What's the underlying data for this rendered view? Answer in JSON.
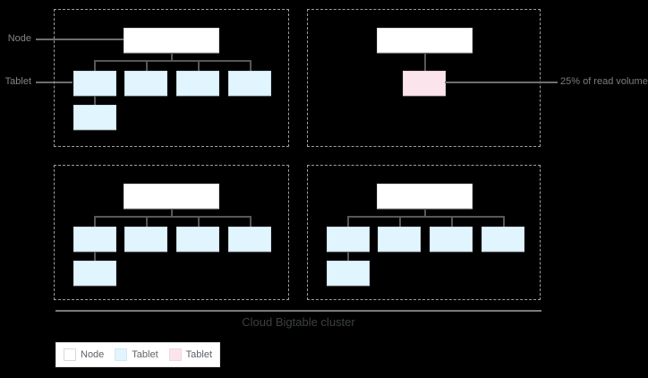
{
  "diagram": {
    "title_caption": "Cloud Bigtable cluster",
    "annotations": {
      "node_label": "Node",
      "tablet_label": "Tablet",
      "read_volume_callout": "25% of read volume"
    },
    "colors": {
      "background": "#000000",
      "node_fill": "#ffffff",
      "tablet_fill": "#e1f5fe",
      "hot_tablet_fill": "#fce4ec",
      "boundary_dash": "#9e9e9e",
      "connector": "#575757",
      "cluster_line": "#7a7a7a"
    },
    "quadrants": [
      {
        "id": "top-left",
        "node_count": 1,
        "tablet_count": 5,
        "tablet_color": "blue"
      },
      {
        "id": "top-right",
        "node_count": 1,
        "tablet_count": 1,
        "tablet_color": "pink"
      },
      {
        "id": "bottom-left",
        "node_count": 1,
        "tablet_count": 5,
        "tablet_color": "blue"
      },
      {
        "id": "bottom-right",
        "node_count": 1,
        "tablet_count": 5,
        "tablet_color": "blue"
      }
    ]
  },
  "legend": {
    "items": [
      {
        "type": "node",
        "label": "Node"
      },
      {
        "type": "tablet",
        "label": "Tablet"
      },
      {
        "type": "hot-tablet",
        "label": "Tablet"
      }
    ]
  }
}
